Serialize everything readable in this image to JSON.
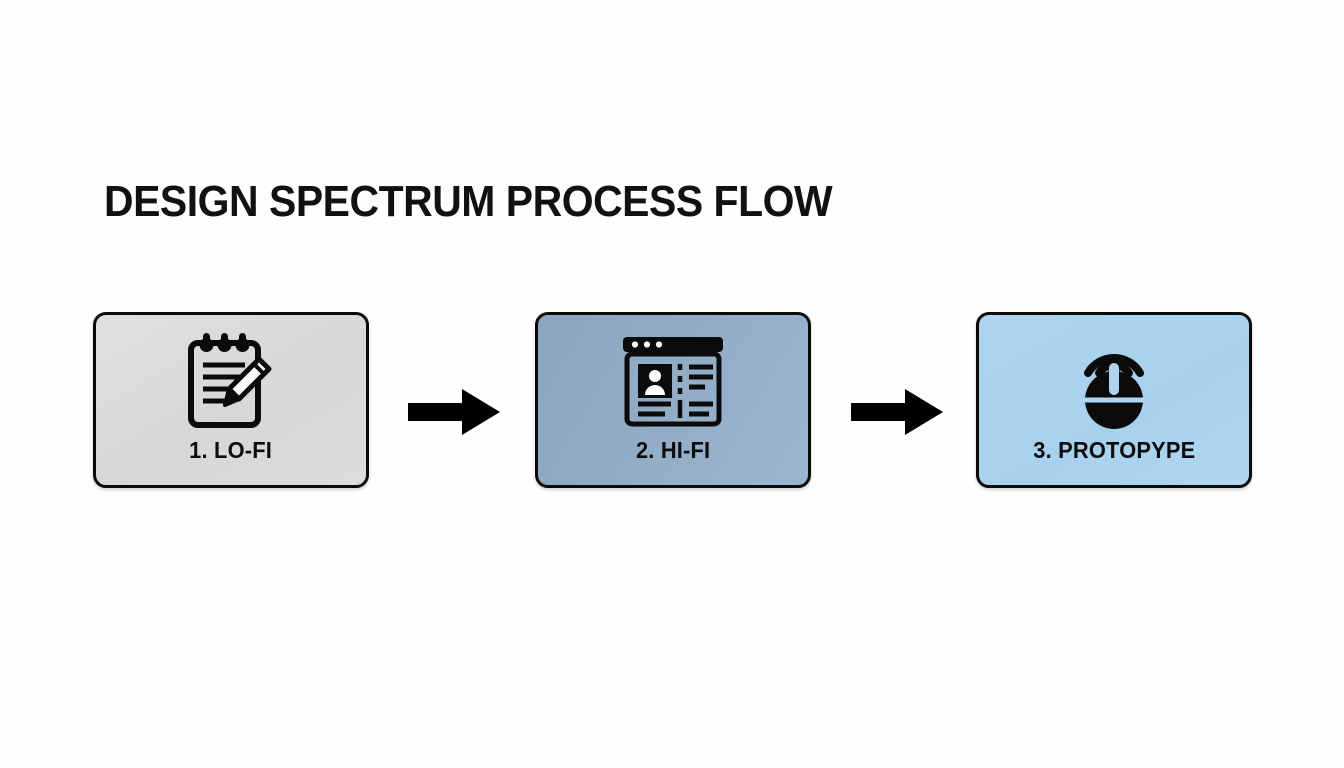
{
  "page": {
    "background_color": "#fefefe",
    "title": "DESIGN SPECTRUM PROCESS FLOW"
  },
  "diagram": {
    "type": "process-flow",
    "orientation": "horizontal",
    "step_count": 3,
    "connector": "arrow-right",
    "steps": [
      {
        "index": 1,
        "label": "1. LO-FI",
        "icon": "notepad-pencil-icon",
        "fill_color": "#dcdcdc",
        "border_color": "#0b0b0b",
        "text_color": "#0d0d0d"
      },
      {
        "index": 2,
        "label": "2. HI-FI",
        "icon": "wireframe-browser-icon",
        "fill_color": "#93adc7",
        "border_color": "#0b0b0b",
        "text_color": "#0d0d0d"
      },
      {
        "index": 3,
        "label": "3. PROTOPYPE",
        "icon": "mouse-click-signal-icon",
        "fill_color": "#aed4ef",
        "border_color": "#0b0b0b",
        "text_color": "#0d0d0d"
      }
    ],
    "arrows": [
      {
        "from": "1. LO-FI",
        "to": "2. HI-FI",
        "color": "#000000"
      },
      {
        "from": "2. HI-FI",
        "to": "3. PROTOPYPE",
        "color": "#000000"
      }
    ]
  }
}
